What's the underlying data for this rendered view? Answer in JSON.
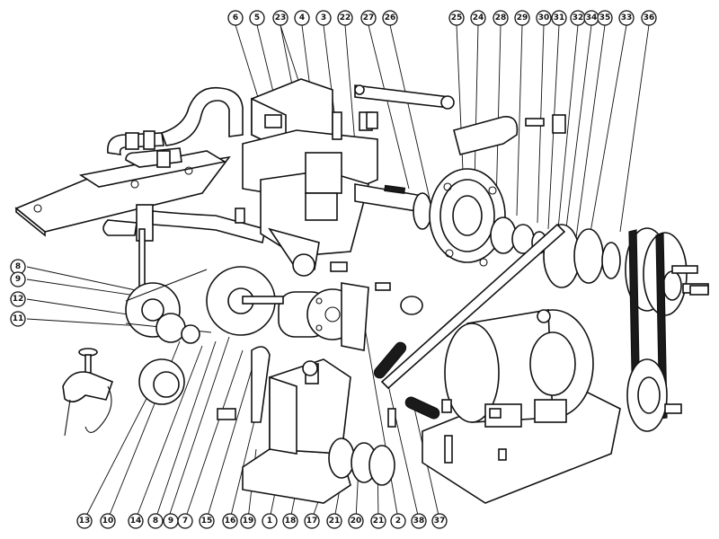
{
  "callouts_top": [
    "6",
    "5",
    "23",
    "4",
    "3",
    "22",
    "27",
    "26",
    "25",
    "24",
    "28",
    "29",
    "30",
    "31",
    "32",
    "34",
    "35",
    "33",
    "36"
  ],
  "callouts_left": [
    "8",
    "9",
    "12",
    "11"
  ],
  "callouts_bottom": [
    "13",
    "10",
    "14",
    "8",
    "9",
    "7",
    "15",
    "16",
    "19",
    "1",
    "18",
    "17",
    "21",
    "20",
    "21",
    "2",
    "38",
    "37"
  ]
}
